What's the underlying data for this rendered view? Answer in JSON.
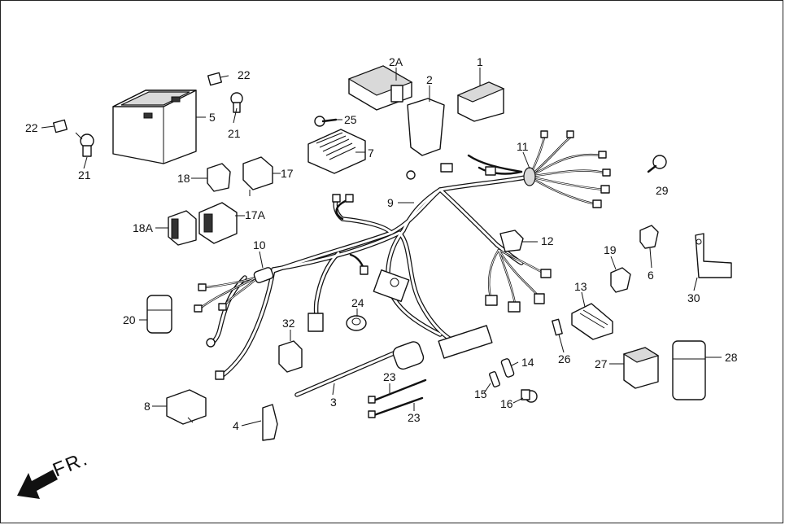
{
  "diagram": {
    "direction_label": "FR.",
    "callouts": {
      "c1": "1",
      "c2": "2",
      "c2A": "2A",
      "c3": "3",
      "c4": "4",
      "c5": "5",
      "c6": "6",
      "c7": "7",
      "c8": "8",
      "c9": "9",
      "c10": "10",
      "c11": "11",
      "c12": "12",
      "c13": "13",
      "c14": "14",
      "c15": "15",
      "c16": "16",
      "c17": "17",
      "c17A": "17A",
      "c18": "18",
      "c18A": "18A",
      "c19": "19",
      "c20": "20",
      "c21a": "21",
      "c21b": "21",
      "c22a": "22",
      "c22b": "22",
      "c23a": "23",
      "c23b": "23",
      "c24": "24",
      "c25": "25",
      "c26": "26",
      "c27": "27",
      "c28": "28",
      "c29": "29",
      "c30": "30",
      "c32": "32"
    }
  }
}
